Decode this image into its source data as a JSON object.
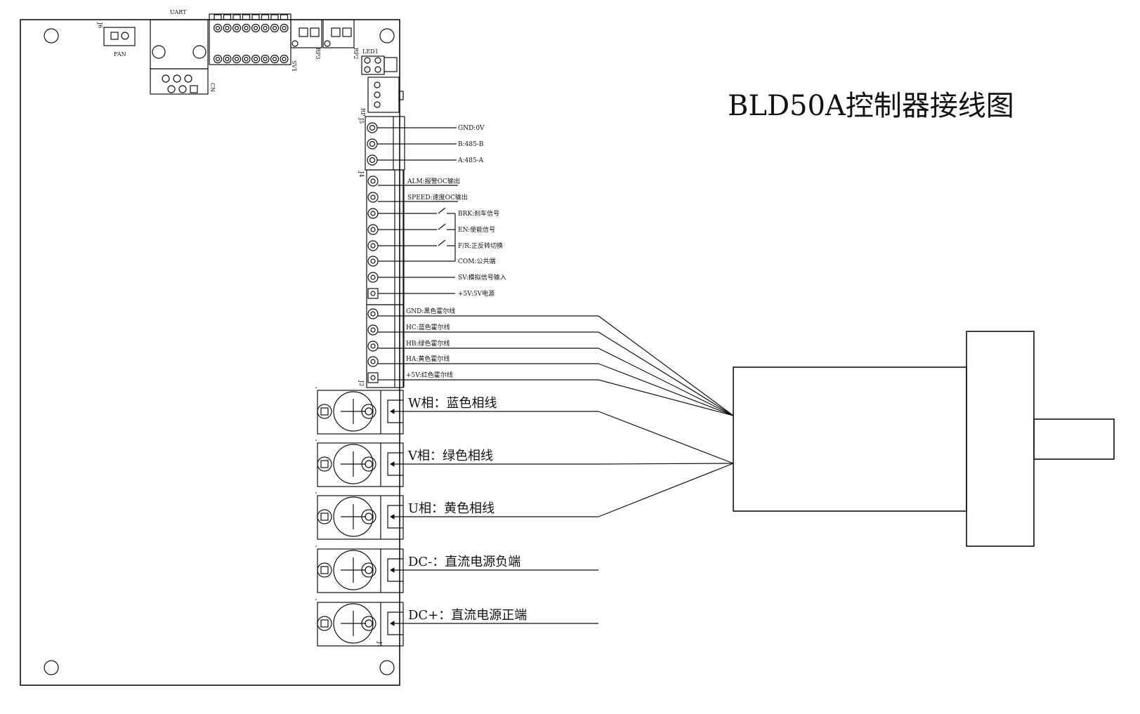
{
  "title": "BLD50A控制器接线图",
  "top_connectors": {
    "j6_label": "J6",
    "fan_label": "FAN",
    "uart_label": "UART",
    "cn_label": "CN",
    "sv1_label": "SV1",
    "rp3_label": "RP3",
    "rp2_label": "RP2",
    "led1_label": "LED1",
    "rp_label": "RP"
  },
  "j5": {
    "label": "J5",
    "pins": [
      "GND:0V",
      "B:485-B",
      "A:485-A"
    ]
  },
  "j4": {
    "label": "J4",
    "pins": [
      "ALM:报警OC输出",
      "SPEED:速度OC输出",
      "BRK:刹车信号",
      "EN:使能信号",
      "F/R:正反转切换",
      "COM:公共端",
      "SV:模拟信号输入",
      "+5V:5V电源"
    ]
  },
  "j2": {
    "label": "J2",
    "pins": [
      "GND:黑色霍尔线",
      "HC:蓝色霍尔线",
      "HB:绿色霍尔线",
      "HA:黄色霍尔线",
      "+5V:红色霍尔线"
    ]
  },
  "j1": {
    "label": "J1",
    "terminals": [
      "W相：蓝色相线",
      "V相：绿色相线",
      "U相：黄色相线",
      "DC-：直流电源负端",
      "DC+：直流电源正端"
    ]
  }
}
